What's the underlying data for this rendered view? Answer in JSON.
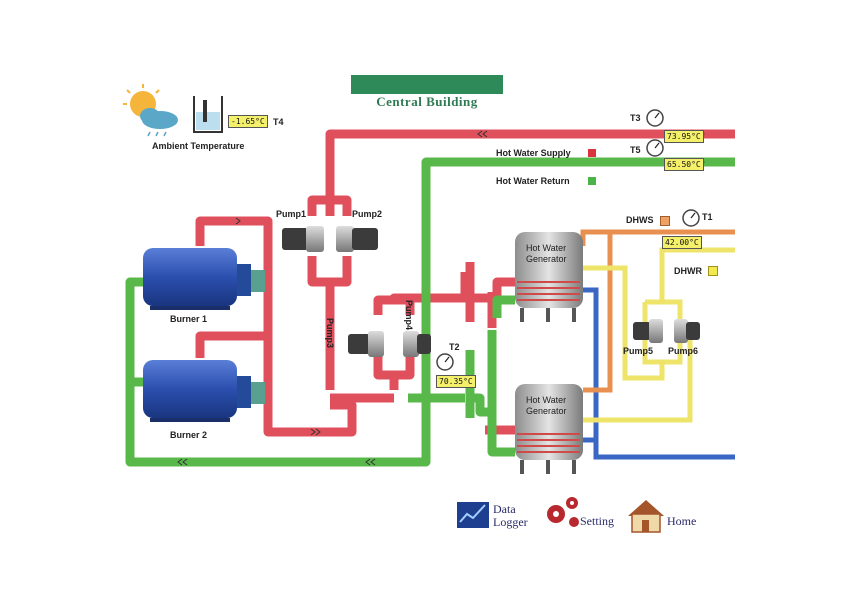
{
  "header": {
    "title": "Central Building"
  },
  "ambient": {
    "label": "Ambient Temperature",
    "readout": "-1.65°C",
    "sensor": "T4",
    "icons": [
      "sun-cloud-icon",
      "thermometer-icon"
    ]
  },
  "sensors": {
    "t3": {
      "label": "T3",
      "readout": "73.95°C"
    },
    "t5": {
      "label": "T5",
      "readout": "65.50°C"
    },
    "t1": {
      "label": "T1",
      "readout": "42.00°C"
    },
    "t2": {
      "label": "T2",
      "readout": "70.35°C"
    }
  },
  "legend": {
    "supply": {
      "label": "Hot Water Supply",
      "color": "#d9343f"
    },
    "return": {
      "label": "Hot Water Return",
      "color": "#4bb347"
    },
    "dhws": {
      "label": "DHWS",
      "color": "#f0a060"
    },
    "dhwr": {
      "label": "DHWR",
      "color": "#f2e94e"
    }
  },
  "pumps": {
    "pump1": "Pump1",
    "pump2": "Pump2",
    "pump3": "Pump3",
    "pump4": "Pump4",
    "pump5": "Pump5",
    "pump6": "Pump6"
  },
  "burners": {
    "b1": "Burner 1",
    "b2": "Burner 2"
  },
  "generators": {
    "g1": "Hot Water\nGenerator",
    "g2": "Hot Water\nGenerator",
    "g1_line1": "Hot Water",
    "g1_line2": "Generator",
    "g2_line1": "Hot Water",
    "g2_line2": "Generator"
  },
  "nav": {
    "data_logger_1": "Data",
    "data_logger_2": "Logger",
    "setting": "Setting",
    "home": "Home"
  },
  "colors": {
    "supply": "#e0505c",
    "return": "#58b84a",
    "blue": "#3a66c4",
    "orange": "#e89050",
    "yellow": "#eee46a",
    "navy": "#1e3f8f"
  }
}
